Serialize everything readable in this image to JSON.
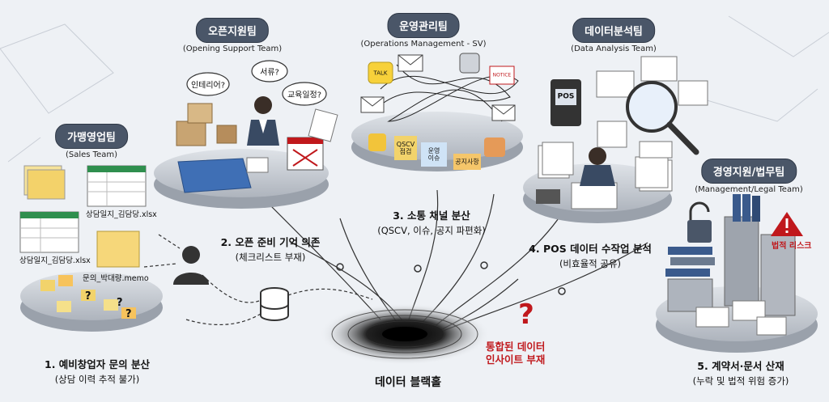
{
  "teams": [
    {
      "name": "가맹영업팀",
      "en": "(Sales Team)"
    },
    {
      "name": "오픈지원팀",
      "en": "(Opening Support Team)"
    },
    {
      "name": "운영관리팀",
      "en": "(Operations Management - SV)"
    },
    {
      "name": "데이터분석팀",
      "en": "(Data Analysis Team)"
    },
    {
      "name": "경영지원/법무팀",
      "en": "(Management/Legal Team)"
    }
  ],
  "issues": [
    {
      "title": "1. 예비창업자 문의 분산",
      "desc": "(상담 이력 추적 불가)"
    },
    {
      "title": "2. 오픈 준비 기억 의존",
      "desc": "(체크리스트 부재)"
    },
    {
      "title": "3. 소통 채널 분산",
      "desc": "(QSCV, 이슈, 공지 파편화)"
    },
    {
      "title": "4. POS 데이터 수작업 분석",
      "desc": "(비효율적 공유)"
    },
    {
      "title": "5. 계약서·문서 산재",
      "desc": "(누락 및 법적 위험 증가)"
    }
  ],
  "files": {
    "file1": "상담일지_김담당.xlsx",
    "file2": "상담일지_김담당.xlsx",
    "memo": "문의_박대량.memo"
  },
  "bubbles": [
    "인테리어?",
    "서류?",
    "교육일정?"
  ],
  "stickies": {
    "talk": "TALK",
    "notice": "NOTICE",
    "qscv": "QSCV\n점검",
    "issue": "운영\n이슈",
    "notice_kr": "공지사항",
    "pos": "POS"
  },
  "center_label": "데이터 블랙홀",
  "insight": "통합된 데이터\n인사이트 부재",
  "legal_risk": "법적 리스크",
  "colors": {
    "pill": "#4a5668",
    "risk": "#c0181c",
    "platform": "#c9ced6"
  }
}
